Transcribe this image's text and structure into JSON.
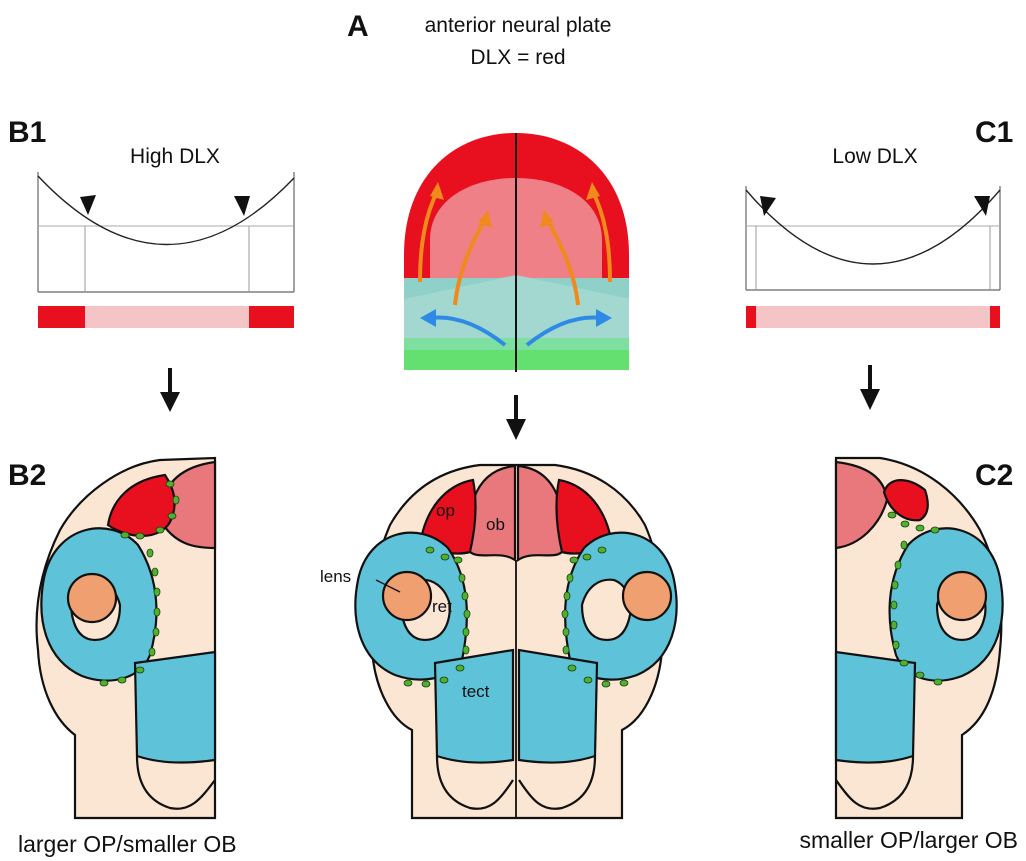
{
  "panels": {
    "a": "A",
    "b1": "B1",
    "b2": "B2",
    "c1": "C1",
    "c2": "C2"
  },
  "title": {
    "line1": "anterior neural plate",
    "line2": "DLX = red"
  },
  "graphs": {
    "high": "High DLX",
    "low": "Low DLX"
  },
  "labels": {
    "op": "op",
    "ob": "ob",
    "lens": "lens",
    "ret": "ret",
    "tect": "tect"
  },
  "captions": {
    "left": "larger OP/smaller OB",
    "right": "smaller OP/larger OB"
  },
  "colors": {
    "dlx_high": "#e8101e",
    "dlx_low": "#f5c4c6",
    "olfactory_bulb": "#e8787c",
    "retina": "#5ec2d8",
    "lens": "#f0a070",
    "tissue": "#fbe5d3",
    "neural_crest": "#50b030",
    "arrow_orange": "#f08a1c",
    "arrow_blue": "#2f8ae6"
  }
}
